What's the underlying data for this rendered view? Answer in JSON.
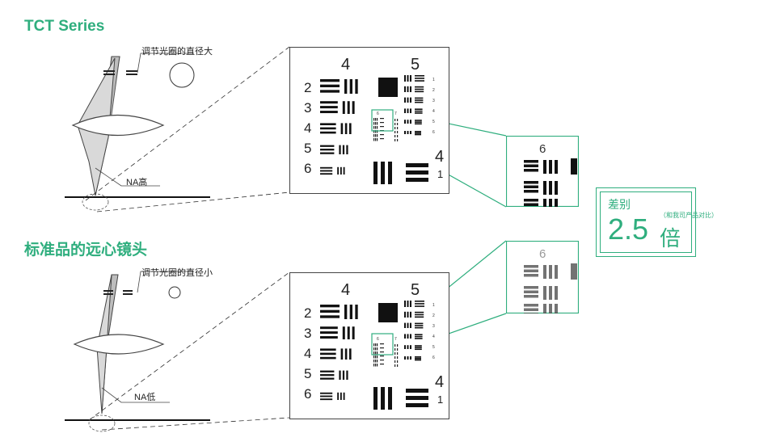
{
  "top": {
    "title": "TCT Series",
    "aperture_label": "调节光圈的直径大",
    "na_label": "NA高",
    "zoom_label": "6"
  },
  "bottom": {
    "title": "标准品的远心镜头",
    "aperture_label": "调节光圈的直径小",
    "na_label": "NA低",
    "zoom_label": "6"
  },
  "chart": {
    "group_top_left": "4",
    "group_top_right": "5",
    "rows": [
      "2",
      "3",
      "4",
      "5",
      "6"
    ],
    "small_rows": [
      "1",
      "2",
      "3",
      "4",
      "5",
      "6"
    ],
    "corner_group": "4",
    "corner_element": "1",
    "inner_labels": [
      "6",
      "7"
    ]
  },
  "badge": {
    "title": "差别",
    "value": "2.5",
    "unit": "倍",
    "note": "（和我司产品对比）"
  },
  "colors": {
    "accent": "#2fae7e"
  }
}
